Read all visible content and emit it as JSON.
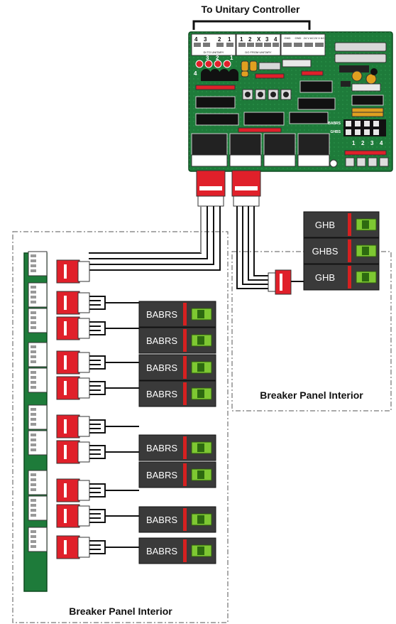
{
  "top_label": "To Unitary Controller",
  "panels": [
    {
      "label": "Breaker Panel Interior"
    },
    {
      "label": "Breaker Panel Interior"
    }
  ],
  "board": {
    "terminal_numbers_left": [
      "4",
      "3",
      "2",
      "1"
    ],
    "terminal_numbers_mid": [
      "1",
      "2",
      "X",
      "3",
      "4"
    ],
    "terminal_caption_left": "DI TO UNITARY",
    "terminal_caption_mid": "DO FROM UNITARY",
    "terminal_labels_right": [
      "GND",
      "GND",
      "24 V AC",
      "24 V AC"
    ],
    "led_numbers": [
      "4",
      "3",
      "2",
      "1"
    ],
    "side_label_top": "BABRS",
    "side_label_bottom": "GHBS",
    "jumper_numbers": [
      "1",
      "2",
      "3",
      "4"
    ]
  },
  "babrs_breakers": [
    "BABRS",
    "BABRS",
    "BABRS",
    "BABRS",
    "BABRS",
    "BABRS",
    "BABRS",
    "BABRS"
  ],
  "ghb_breakers": [
    "GHB",
    "GHBS",
    "GHB"
  ],
  "colors": {
    "pcb_green": "#1e7b3a",
    "connector_red": "#e0202a",
    "breaker_body": "#3a3a3a",
    "breaker_bar": "#d62020",
    "switch_green": "#7ec832"
  }
}
